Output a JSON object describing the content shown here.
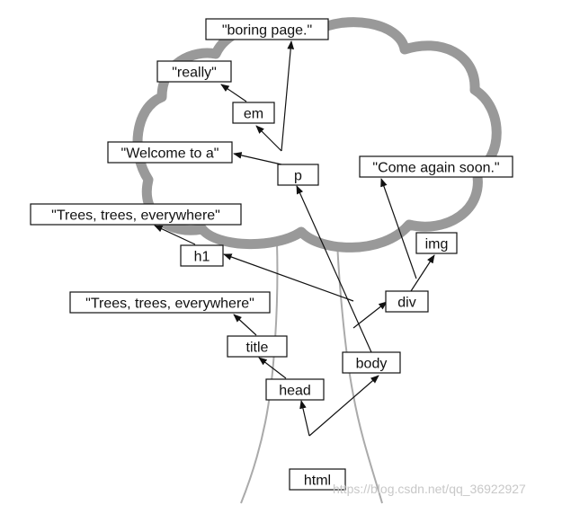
{
  "nodes": [
    {
      "id": "boring",
      "label": "\"boring page.\""
    },
    {
      "id": "really",
      "label": "\"really\""
    },
    {
      "id": "em",
      "label": "em"
    },
    {
      "id": "welcome",
      "label": "\"Welcome to a\""
    },
    {
      "id": "p",
      "label": "p"
    },
    {
      "id": "come",
      "label": "\"Come again soon.\""
    },
    {
      "id": "trees1",
      "label": "\"Trees, trees, everywhere\""
    },
    {
      "id": "img",
      "label": "img"
    },
    {
      "id": "h1",
      "label": "h1"
    },
    {
      "id": "div",
      "label": "div"
    },
    {
      "id": "trees2",
      "label": "\"Trees, trees, everywhere\""
    },
    {
      "id": "title",
      "label": "title"
    },
    {
      "id": "body",
      "label": "body"
    },
    {
      "id": "head",
      "label": "head"
    },
    {
      "id": "html",
      "label": "html"
    }
  ],
  "edges": [
    {
      "from": "html",
      "to": "head"
    },
    {
      "from": "html",
      "to": "body"
    },
    {
      "from": "head",
      "to": "title"
    },
    {
      "from": "title",
      "to": "trees2"
    },
    {
      "from": "body",
      "to": "div"
    },
    {
      "from": "body",
      "to": "p"
    },
    {
      "from": "div",
      "to": "h1"
    },
    {
      "from": "div",
      "to": "img"
    },
    {
      "from": "div",
      "to": "come"
    },
    {
      "from": "h1",
      "to": "trees1"
    },
    {
      "from": "p",
      "to": "welcome"
    },
    {
      "from": "p",
      "to": "em"
    },
    {
      "from": "p",
      "to": "boring"
    },
    {
      "from": "em",
      "to": "really"
    }
  ],
  "watermark": "https://blog.csdn.net/qq_36922927",
  "colors": {
    "cloud": "#999999",
    "trunk": "#aaaaaa",
    "line": "#111111",
    "watermark": "#c8c8c8"
  }
}
